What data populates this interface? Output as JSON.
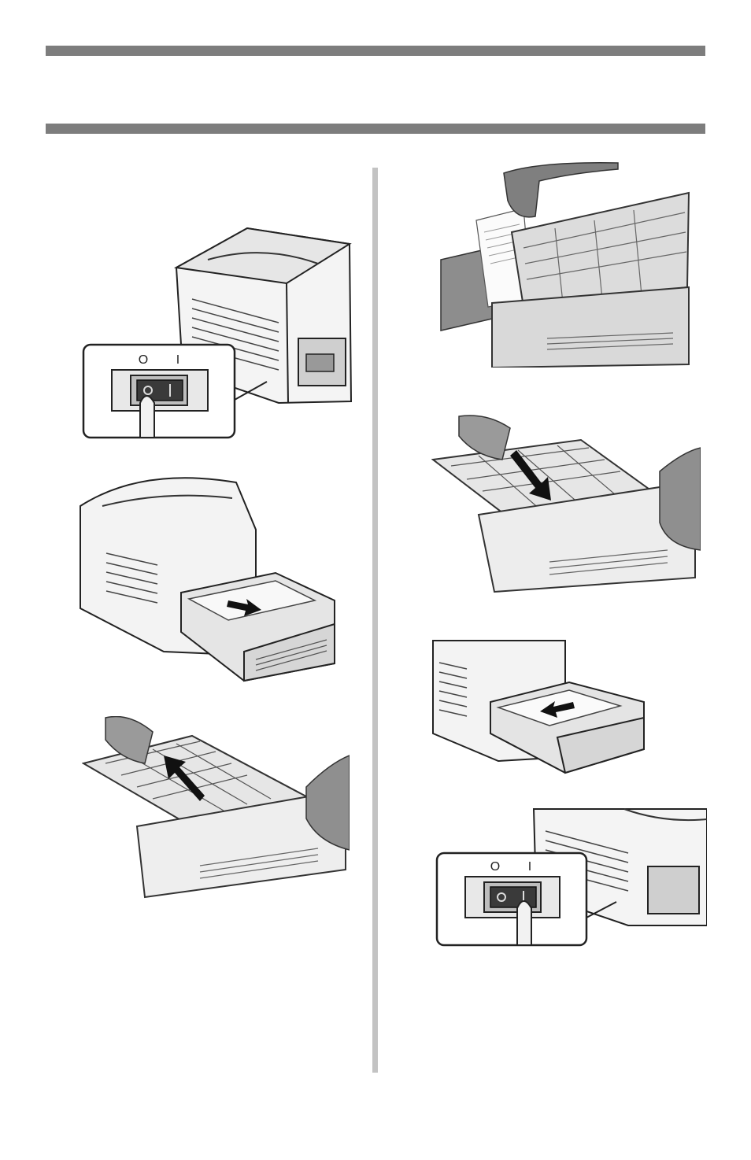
{
  "page": {
    "background": "#ffffff",
    "rule_color": "#7d7d7d",
    "divider_color": "#c3c3c3"
  },
  "figures": {
    "power_off": {
      "switch_off_mark": "O",
      "switch_on_mark": "I",
      "icon": "power-switch-icon"
    },
    "pull_out_duplex": {
      "icon": "arrow-right-icon"
    },
    "open_duplex_cover": {
      "icon": "arrow-up-left-icon"
    },
    "remove_jammed_paper": {
      "icon": "hand-icon"
    },
    "close_duplex_cover": {
      "icon": "arrow-down-right-icon"
    },
    "push_in_duplex": {
      "icon": "arrow-left-icon"
    },
    "power_on": {
      "switch_off_mark": "O",
      "switch_on_mark": "I",
      "icon": "power-switch-icon"
    }
  }
}
